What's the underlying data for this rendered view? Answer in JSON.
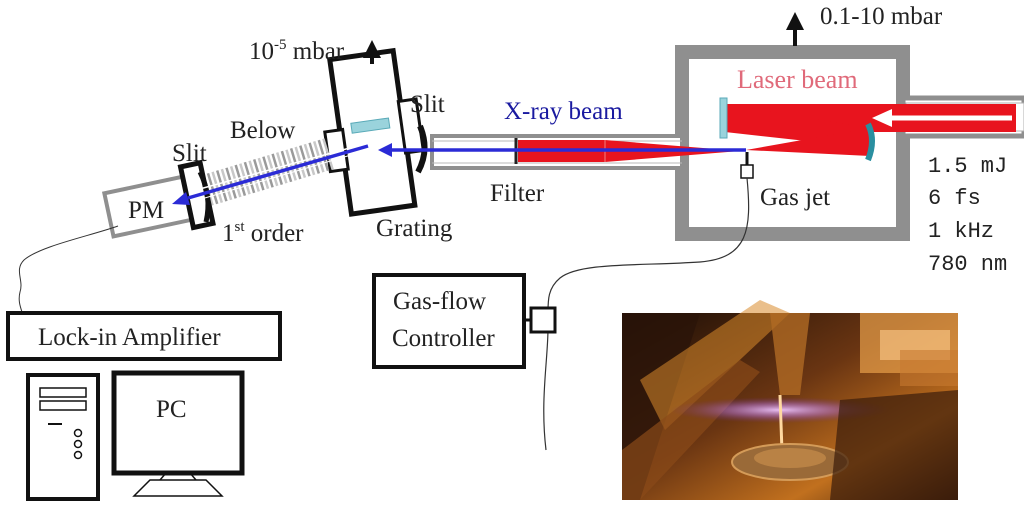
{
  "diagram": {
    "pressure_grating_base": "10",
    "pressure_grating_exp": "-5",
    "pressure_grating_unit": " mbar",
    "pressure_chamber": "0.1-10 mbar",
    "laser_beam": "Laser beam",
    "xray_beam": "X-ray beam",
    "slit_grating": "Slit",
    "slit_pm": "Slit",
    "below": "Below",
    "pm": "PM",
    "order_num": "1",
    "order_sup": "st",
    "order_word": " order",
    "grating": "Grating",
    "filter": "Filter",
    "gas_jet": "Gas jet",
    "laser_specs": [
      "1.5 mJ",
      "6 fs",
      "1 kHz",
      "780 nm"
    ],
    "gasflow_line1": "Gas-flow",
    "gasflow_line2": "Controller",
    "lockin": "Lock-in Amplifier",
    "pc": "PC"
  },
  "colors": {
    "chamber_gray": "#8f8f8f",
    "laser_red": "#e8141e",
    "laser_label": "#e06a7a",
    "xray_blue": "#2b2bd6",
    "xray_label": "#1a1aa0",
    "teal": "#2a8fa0"
  }
}
